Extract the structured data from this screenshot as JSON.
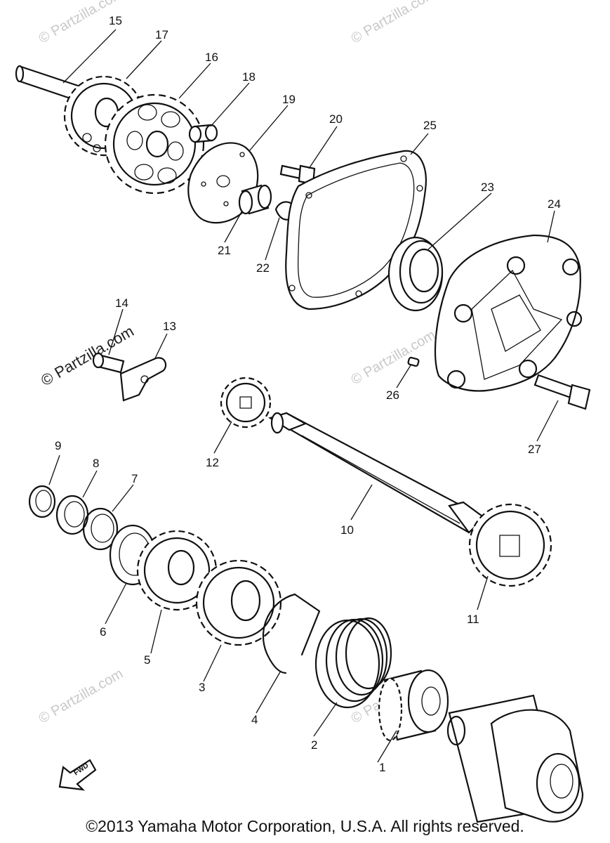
{
  "watermark": {
    "light": "© Partzilla.com",
    "dark": "© Partzilla.com"
  },
  "direction_label": "FWD",
  "copyright": "©2013 Yamaha Motor Corporation, U.S.A. All rights reserved.",
  "callouts": [
    "1",
    "2",
    "3",
    "4",
    "5",
    "6",
    "7",
    "8",
    "9",
    "10",
    "11",
    "12",
    "13",
    "14",
    "15",
    "16",
    "17",
    "18",
    "19",
    "20",
    "21",
    "22",
    "23",
    "24",
    "25",
    "26",
    "27"
  ],
  "colors": {
    "ink": "#111111",
    "watermark": "#c9c9c9",
    "background": "#ffffff"
  }
}
